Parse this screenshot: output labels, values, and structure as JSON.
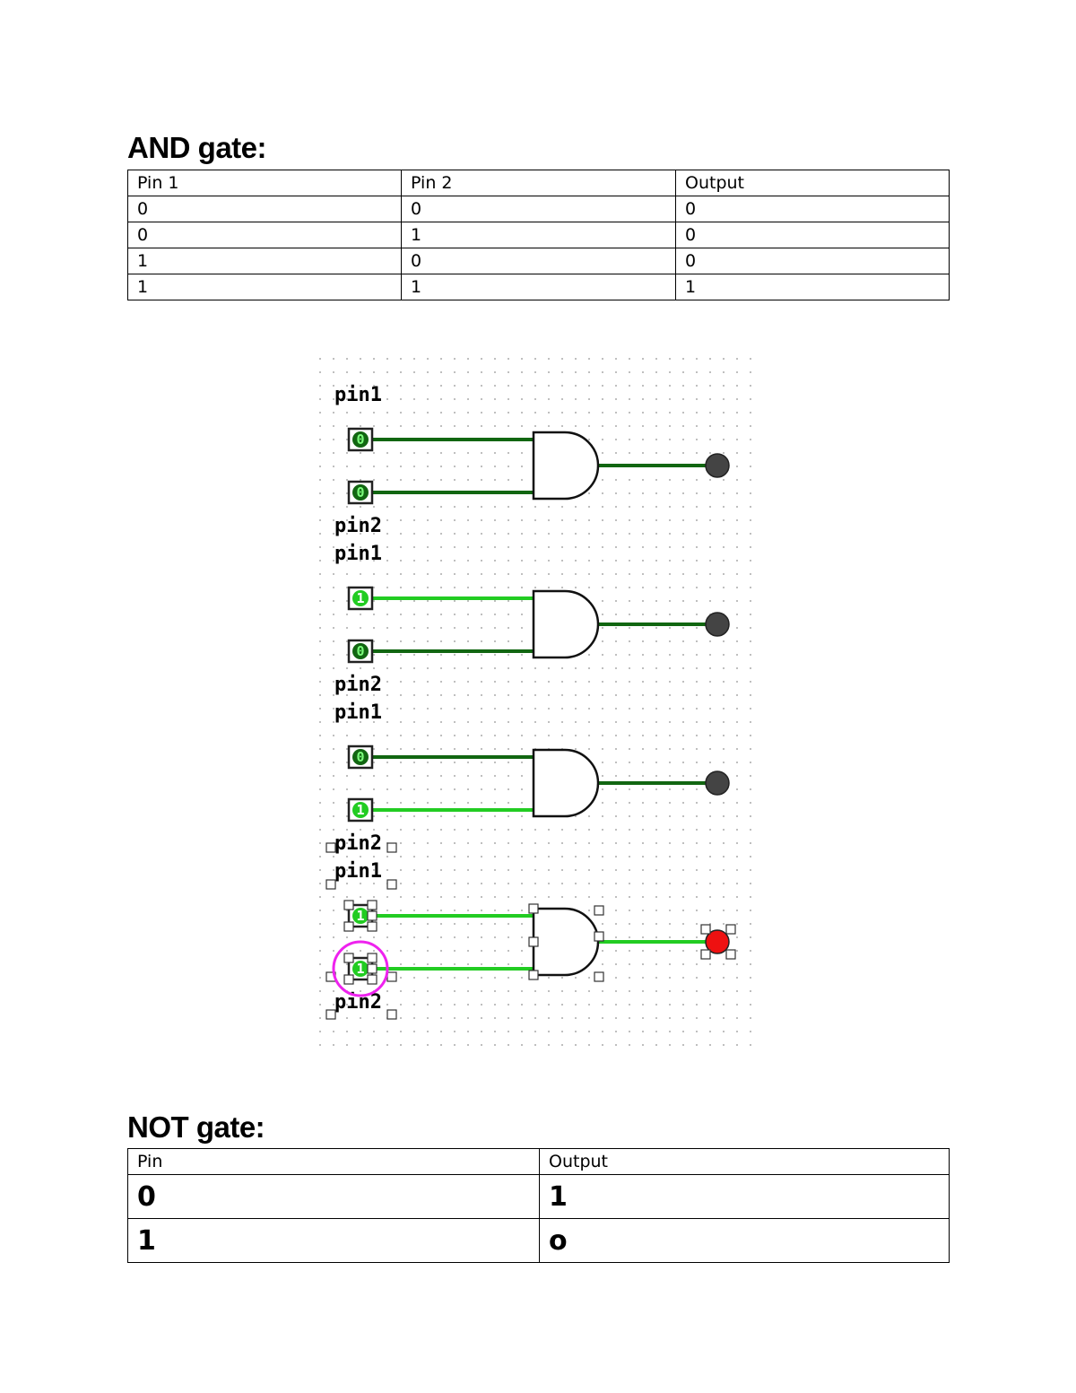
{
  "and_section": {
    "title": "AND gate:",
    "headers": [
      "Pin 1",
      "Pin 2",
      "Output"
    ],
    "rows": [
      [
        "0",
        "0",
        "0"
      ],
      [
        "0",
        "1",
        "0"
      ],
      [
        "1",
        "0",
        "0"
      ],
      [
        "1",
        "1",
        "1"
      ]
    ]
  },
  "circuit": {
    "pin1_label": "pin1",
    "pin2_label": "pin2",
    "wire_on_color": "#22cc22",
    "wire_off_color": "#116611",
    "output_off_color": "#444444",
    "output_on_color": "#ee1111",
    "selection_highlight_color": "#ee22ee",
    "gate_type": "AND",
    "rows": [
      {
        "pin1": "0",
        "pin2": "0",
        "output": "0"
      },
      {
        "pin1": "1",
        "pin2": "0",
        "output": "0"
      },
      {
        "pin1": "0",
        "pin2": "1",
        "output": "0"
      },
      {
        "pin1": "1",
        "pin2": "1",
        "output": "1",
        "selected": true
      }
    ]
  },
  "not_section": {
    "title": "NOT gate:",
    "headers": [
      "Pin",
      "Output"
    ],
    "rows": [
      [
        "0",
        "1"
      ],
      [
        "1",
        "o"
      ]
    ]
  }
}
